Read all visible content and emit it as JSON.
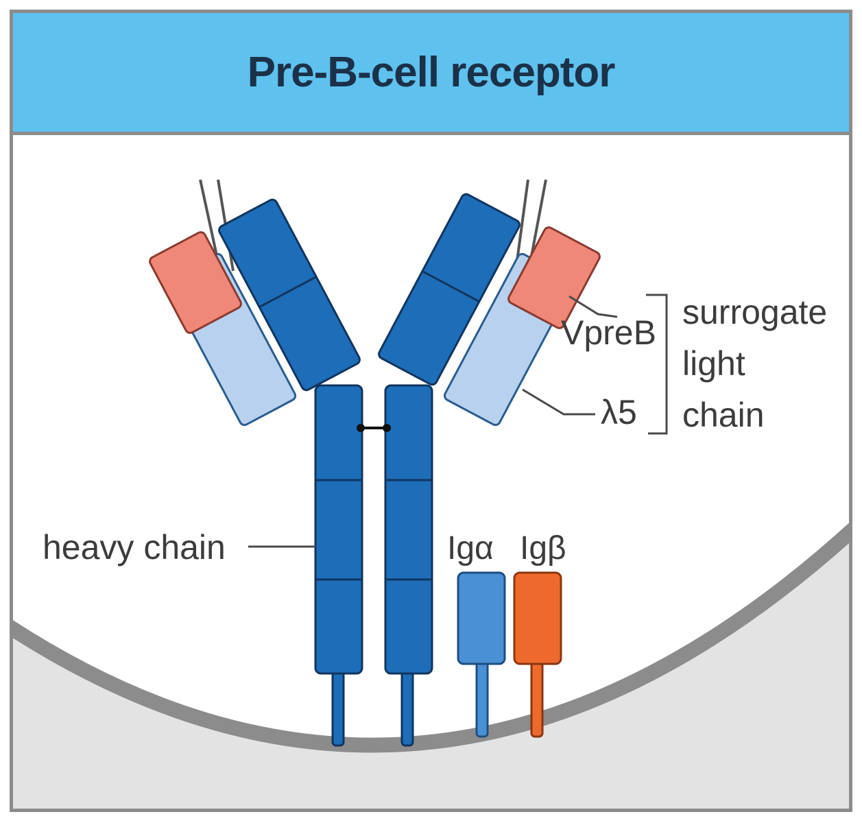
{
  "title": "Pre-B-cell receptor",
  "labels": {
    "heavy_chain": "heavy chain",
    "vpreb": "VpreB",
    "lambda5": "λ5",
    "surrogate_light_chain": [
      "surrogate",
      "light",
      "chain"
    ],
    "ig_alpha": "Igα",
    "ig_beta": "Igβ"
  },
  "colors": {
    "header": "#5fc1ee",
    "heavy_chain": "#1e6db8",
    "vpreb": "#ef8878",
    "lambda5": "#b8d1ee",
    "ig_alpha": "#4a90d4",
    "ig_beta": "#ee6a2c",
    "membrane": "#8c8c8c",
    "cytoplasm": "#e3e3e3"
  }
}
